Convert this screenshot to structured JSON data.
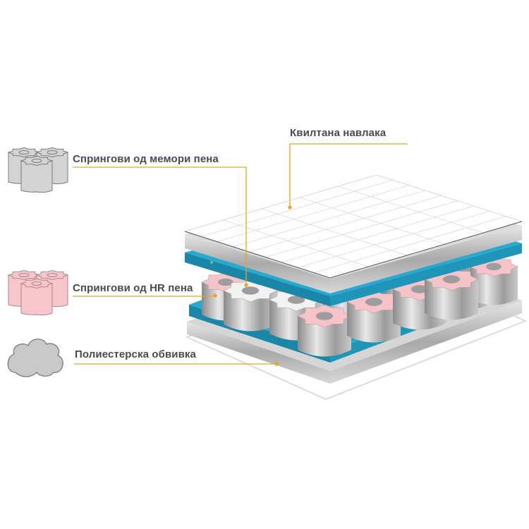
{
  "labels": {
    "quilted_cover": "Квилтана навлака",
    "memory_foam_springs": "Спрингови од мемори пена",
    "hr_foam_springs": "Спрингови од HR пена",
    "polyester_padding": "Полиестерска обвивка"
  },
  "colors": {
    "leader": "#e8a32a",
    "foam_blue": "#27aad0",
    "foam_blue_side": "#1b87a8",
    "grey_layer": "#c8c8c8",
    "hr_pink": "#f6c3c8",
    "memory_white": "#f2f2f2",
    "text": "#4a4a4a"
  },
  "icons": [
    "memory-foam-spring-cluster-icon",
    "hr-foam-spring-cluster-icon",
    "polyester-cloud-icon"
  ]
}
